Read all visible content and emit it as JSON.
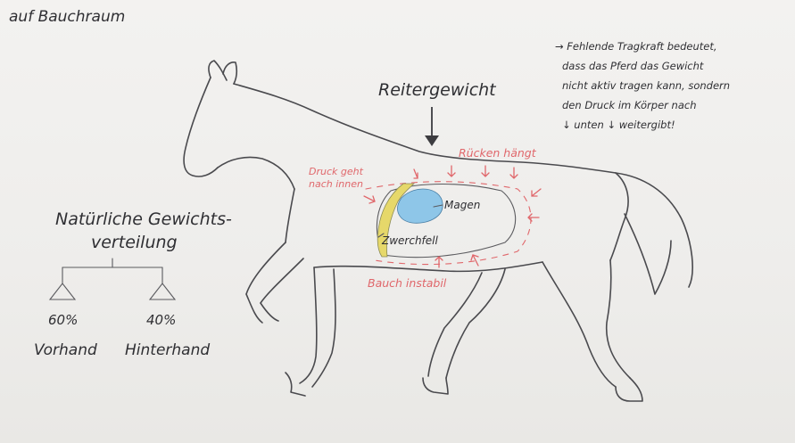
{
  "header": {
    "partial_text": "auf Bauchraum"
  },
  "labels": {
    "rider_weight": "Reitergewicht",
    "back_sags": "Rücken hängt",
    "pressure_line1": "Druck geht",
    "pressure_line2": "nach innen",
    "stomach": "Magen",
    "diaphragm": "Zwerchfell",
    "belly_unstable": "Bauch instabil"
  },
  "note": {
    "line1": "→ Fehlende Tragkraft bedeutet,",
    "line2": "dass das Pferd das Gewicht",
    "line3": "nicht aktiv tragen kann, sondern",
    "line4": "den Druck im Körper nach",
    "line5": "↓ unten ↓ weitergibt!"
  },
  "distribution": {
    "title_line1": "Natürliche Gewichts-",
    "title_line2": "verteilung",
    "front_percent": "60%",
    "back_percent": "40%",
    "front_label": "Vorhand",
    "back_label": "Hinterhand"
  },
  "colors": {
    "pencil": "#4a4a4e",
    "red_annotation": "#e0676b",
    "stomach_fill": "#8ec6e8",
    "diaphragm_fill": "#e6d86a"
  }
}
